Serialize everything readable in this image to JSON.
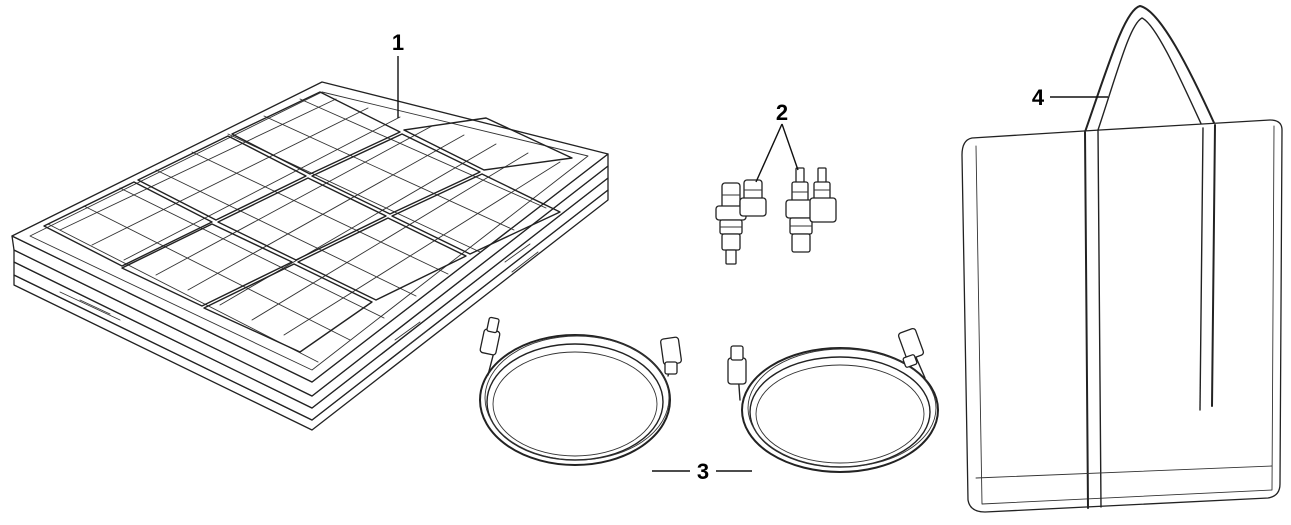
{
  "callouts": {
    "panel": "1",
    "connectors": "2",
    "cables": "3",
    "bag": "4"
  },
  "colors": {
    "ink": "#222222",
    "background": "#ffffff"
  }
}
